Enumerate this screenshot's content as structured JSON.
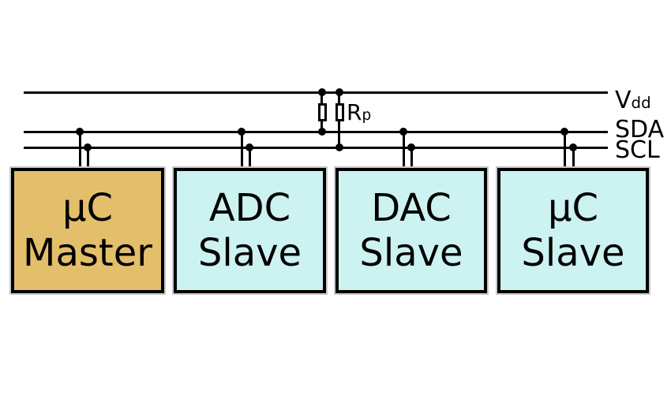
{
  "bus": {
    "vdd": {
      "main": "V",
      "sub": "dd"
    },
    "sda": "SDA",
    "scl": "SCL"
  },
  "pullup": {
    "main": "R",
    "sub": "p"
  },
  "devices": [
    {
      "line1": "µC",
      "line2": "Master",
      "fill": "#e3bf6b"
    },
    {
      "line1": "ADC",
      "line2": "Slave",
      "fill": "#ccf2f2"
    },
    {
      "line1": "DAC",
      "line2": "Slave",
      "fill": "#ccf2f2"
    },
    {
      "line1": "µC",
      "line2": "Slave",
      "fill": "#ccf2f2"
    }
  ],
  "colors": {
    "background": "#ffffff",
    "line": "#000000",
    "box_border": "#000000",
    "box_outline": "#c9c9c9",
    "master_fill": "#e3bf6b",
    "slave_fill": "#ccf2f2"
  }
}
